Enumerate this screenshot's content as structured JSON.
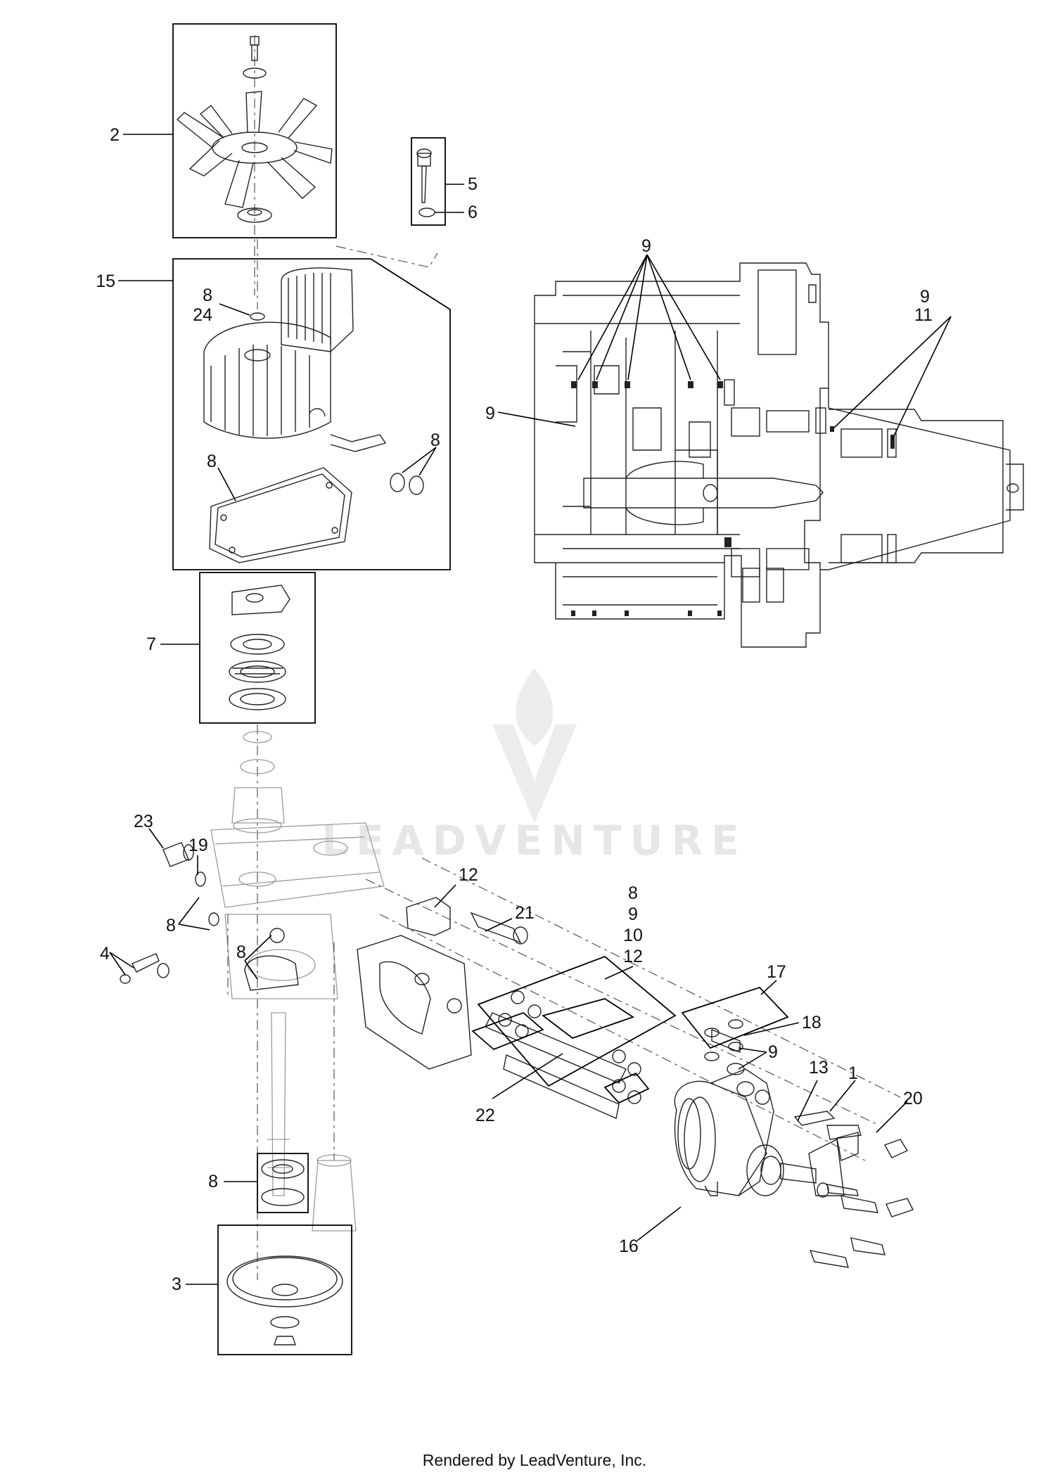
{
  "diagram": {
    "callouts": [
      "1",
      "2",
      "3",
      "4",
      "5",
      "6",
      "7",
      "8",
      "9",
      "10",
      "11",
      "12",
      "13",
      "15",
      "16",
      "17",
      "18",
      "19",
      "20",
      "21",
      "22",
      "23",
      "24"
    ],
    "labels": {
      "l2": "2",
      "l5": "5",
      "l6": "6",
      "l7": "7",
      "l3": "3",
      "l15": "15",
      "l8_24a": "8",
      "l8_24b": "24",
      "l8_fan_ring": "8",
      "l8_gasket": "8",
      "l8_bearing": "8",
      "l9_top": "9",
      "l9_left": "9",
      "l9_11a": "9",
      "l9_11b": "11",
      "l23": "23",
      "l19": "19",
      "l8_left": "8",
      "l4": "4",
      "l8_oring": "8",
      "l12_top": "12",
      "l21": "21",
      "l_stack1": "8",
      "l_stack2": "9",
      "l_stack3": "10",
      "l_stack4": "12",
      "l17": "17",
      "l18": "18",
      "l9_fitting": "9",
      "l13": "13",
      "l1": "1",
      "l20": "20",
      "l22": "22",
      "l16": "16"
    },
    "watermark": "LEADVENTURE",
    "footer": "Rendered by LeadVenture, Inc."
  }
}
